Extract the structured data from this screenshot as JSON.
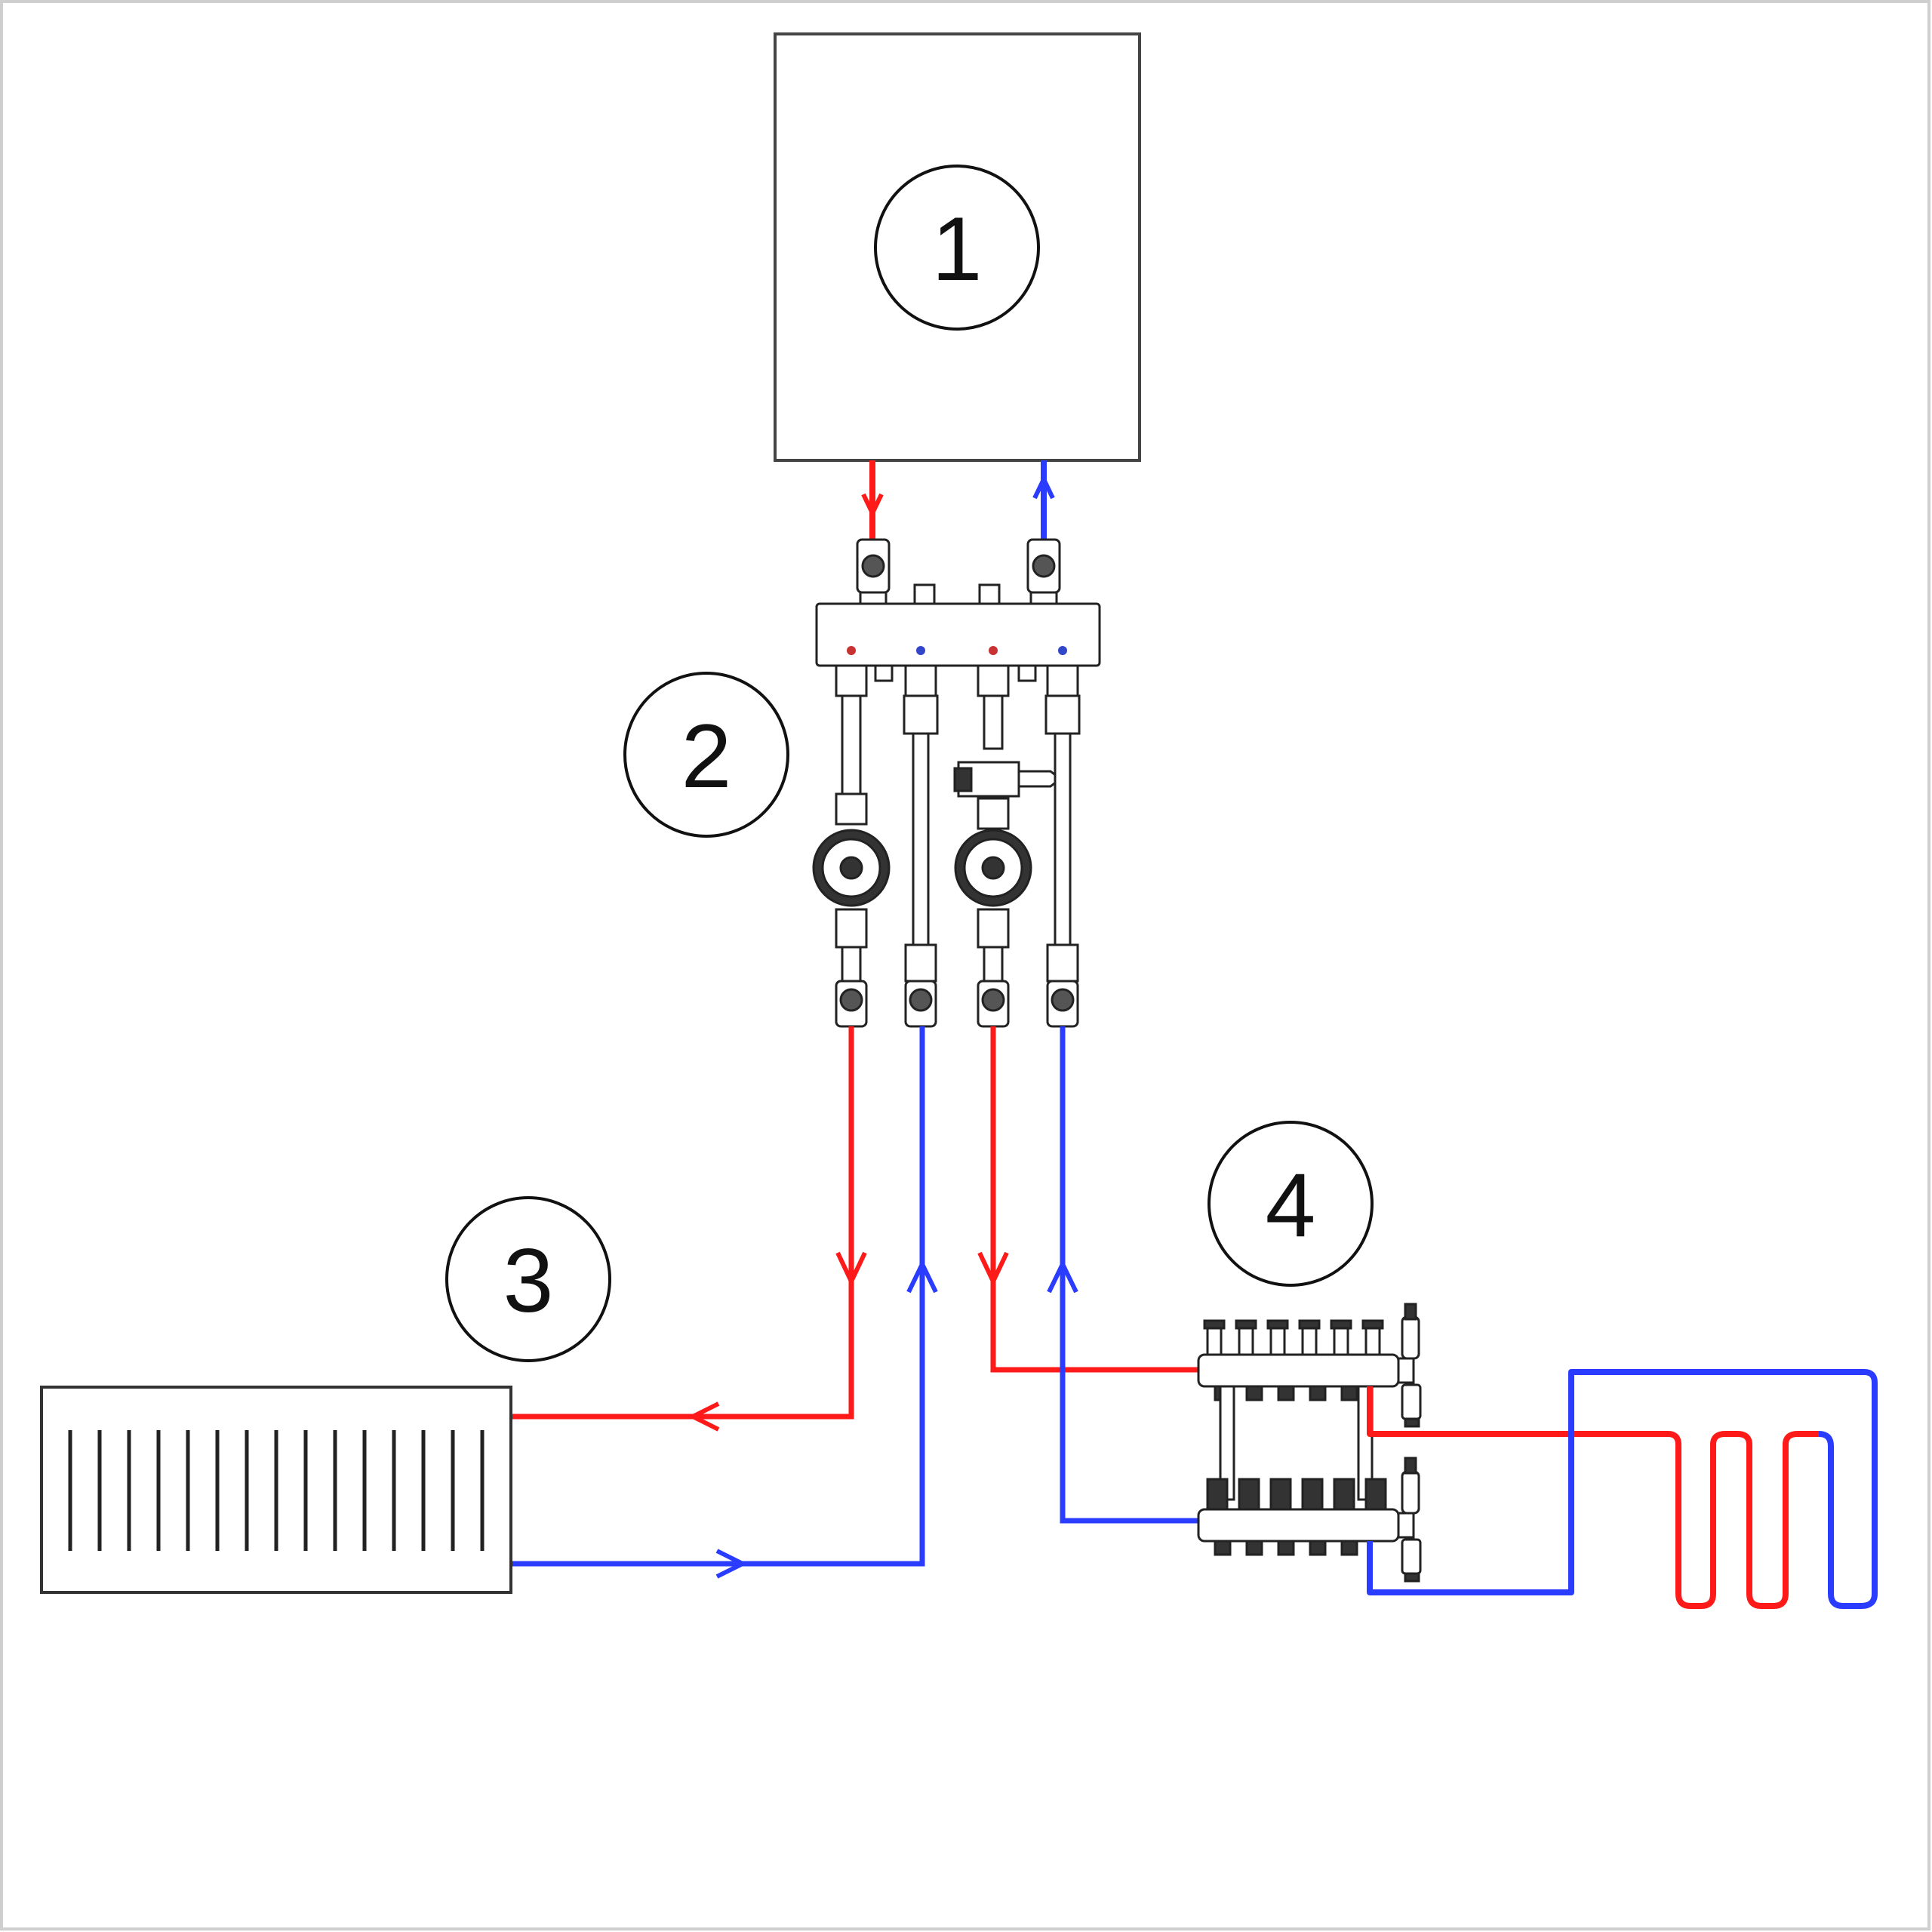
{
  "labels": {
    "boiler": "1",
    "pump_group": "2",
    "radiator": "3",
    "floor_manifold": "4"
  },
  "colors": {
    "supply": "#ff1a1a",
    "return": "#2a3cff",
    "outline": "#222222",
    "background": "#ffffff"
  }
}
